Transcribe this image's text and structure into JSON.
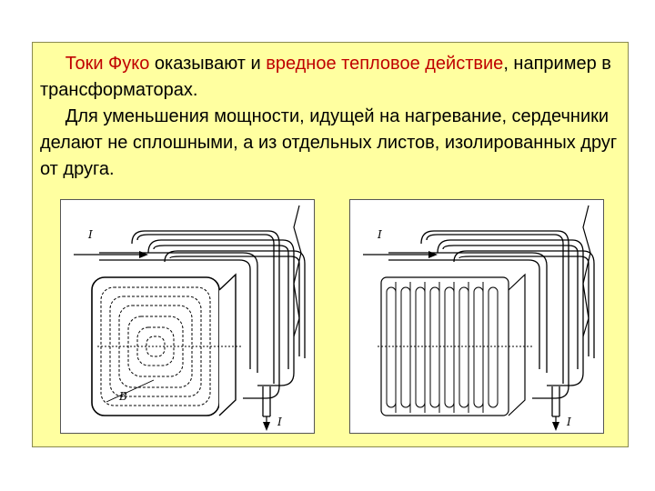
{
  "paragraph1": {
    "term": "Токи Фуко",
    "middle": " оказывают и ",
    "highlight": "вредное тепловое действие",
    "rest": ", например в трансформаторах."
  },
  "paragraph2": {
    "text": "Для уменьшения мощности, идущей на нагревание, сердечники делают не сплошными, а из отдельных листов, изолированных друг от друга."
  },
  "figure_solid": {
    "current_label": "I",
    "current_label_out": "I",
    "field_label": "B"
  },
  "figure_laminated": {
    "current_label": "I",
    "current_label_out": "I"
  },
  "colors": {
    "panel_bg": "#ffffa0",
    "highlight": "#c00000"
  }
}
